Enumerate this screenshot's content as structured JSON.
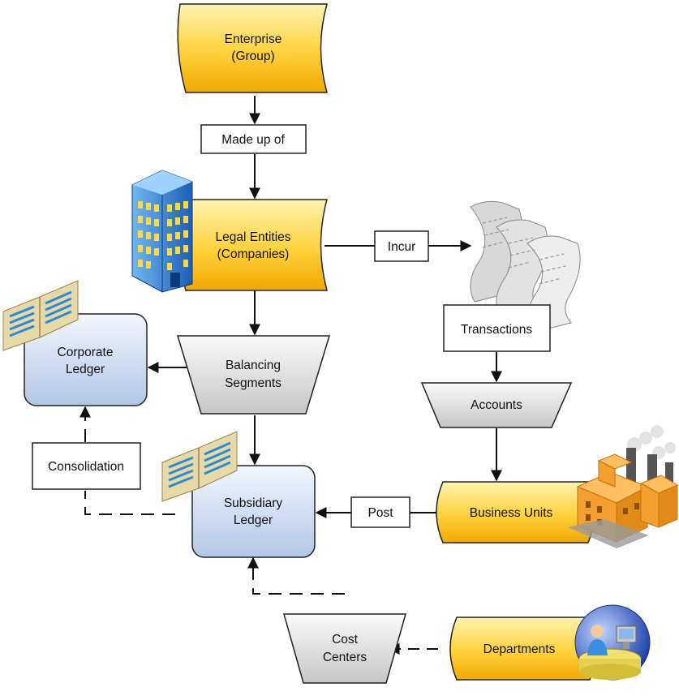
{
  "nodes": {
    "enterprise": {
      "line1": "Enterprise",
      "line2": "(Group)"
    },
    "legal_entities": {
      "line1": "Legal Entities",
      "line2": "(Companies)"
    },
    "balancing_segments": {
      "line1": "Balancing",
      "line2": "Segments"
    },
    "corporate_ledger": {
      "line1": "Corporate",
      "line2": "Ledger"
    },
    "subsidiary_ledger": {
      "line1": "Subsidiary",
      "line2": "Ledger"
    },
    "transactions": {
      "label": "Transactions"
    },
    "accounts": {
      "label": "Accounts"
    },
    "business_units": {
      "label": "Business Units"
    },
    "cost_centers": {
      "line1": "Cost",
      "line2": "Centers"
    },
    "departments": {
      "label": "Departments"
    }
  },
  "connector_labels": {
    "made_up_of": "Made up of",
    "incur": "Incur",
    "consolidation": "Consolidation",
    "post": "Post"
  },
  "icons": [
    "office-building-icon",
    "ledger-book-icon",
    "transaction-papers-icon",
    "factory-icon",
    "department-people-icon"
  ],
  "colors": {
    "gold_light": "#FFF0A8",
    "gold_dark": "#F0A800",
    "ledger_light": "#EEF3FB",
    "ledger_dark": "#B3C6E6",
    "trapezoid_light": "#F7F7F7",
    "trapezoid_dark": "#C9C9C9",
    "outline": "#222222"
  }
}
